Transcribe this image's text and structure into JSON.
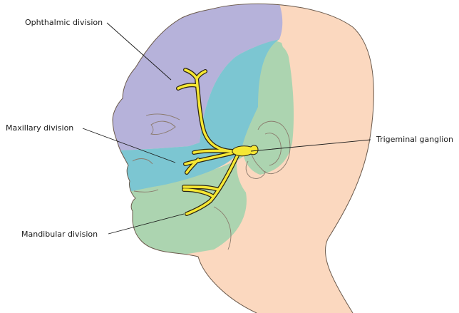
{
  "labels": {
    "ophthalmic": "Ophthalmic division",
    "maxillary": "Maxillary division",
    "mandibular": "Mandibular division",
    "ganglion": "Trigeminal ganglion"
  },
  "colors": {
    "skin": "#fbd8bf",
    "ophthalmic_region": "#b6b2da",
    "maxillary_region": "#7cc6d2",
    "mandibular_region": "#acd4b0",
    "nerve": "#f5e733",
    "outline": "#6b5a4c"
  }
}
